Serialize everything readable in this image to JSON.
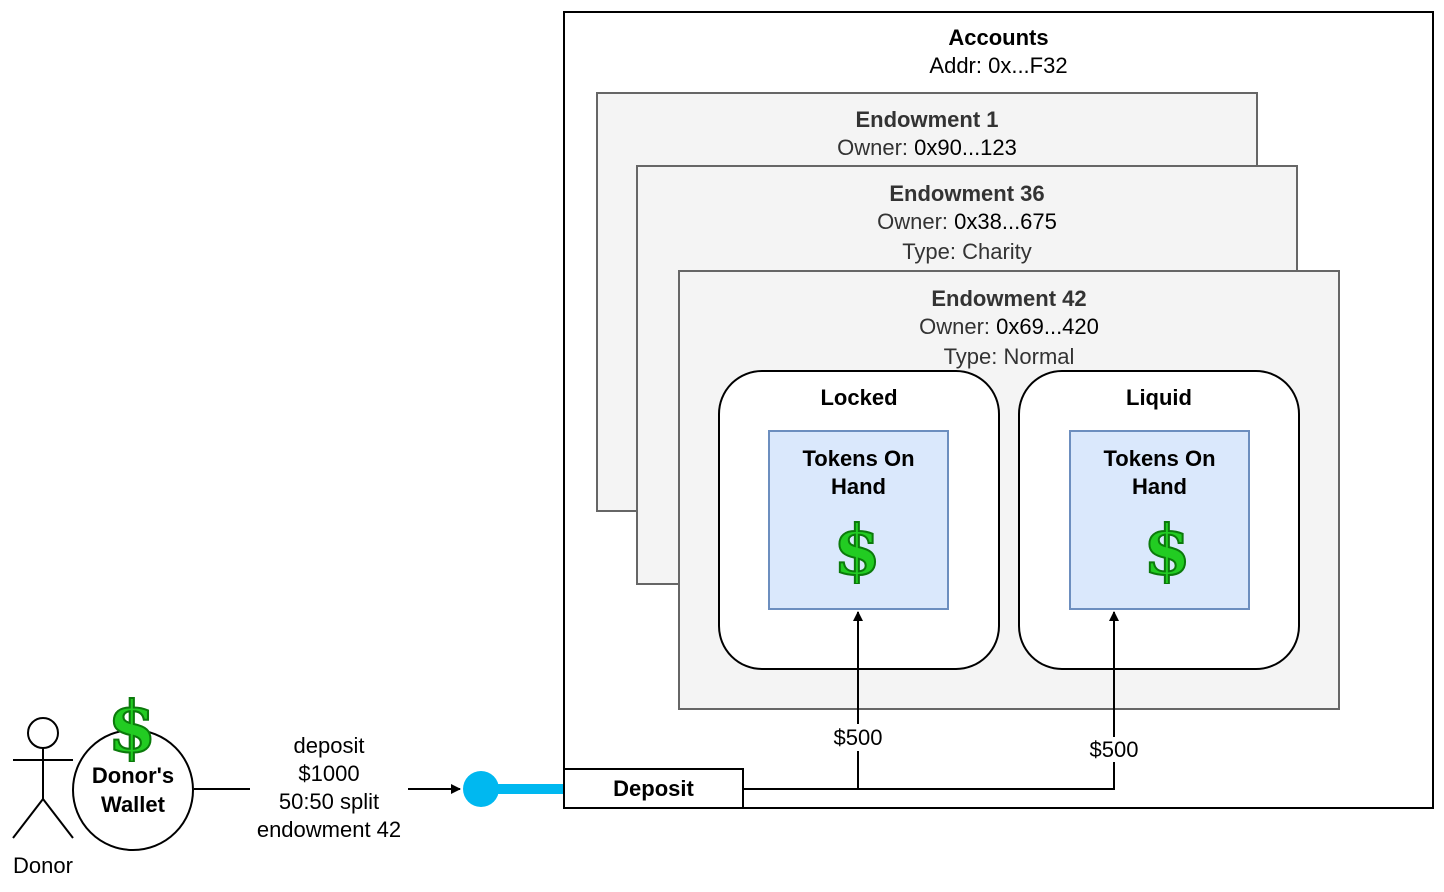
{
  "accounts": {
    "title": "Accounts",
    "addr_label": "Addr: 0x...F32"
  },
  "endowments": [
    {
      "title": "Endowment 1",
      "owner_label": "Owner: ",
      "owner_value": "0x90...123"
    },
    {
      "title": "Endowment 36",
      "owner_label": "Owner: ",
      "owner_value": "0x38...675",
      "type": "Type: Charity"
    },
    {
      "title": "Endowment 42",
      "owner_label": "Owner: ",
      "owner_value": "0x69...420",
      "type": "Type: Normal"
    }
  ],
  "locked": {
    "title": "Locked",
    "tokens": "Tokens On Hand"
  },
  "liquid": {
    "title": "Liquid",
    "tokens": "Tokens On Hand"
  },
  "deposit": {
    "label": "Deposit"
  },
  "flows": {
    "locked_amount": "$500",
    "liquid_amount": "$500"
  },
  "donor": {
    "label": "Donor",
    "wallet": [
      "Donor's",
      "Wallet"
    ]
  },
  "deposit_note": [
    "deposit",
    "$1000",
    "50:50 split",
    "endowment 42"
  ],
  "icons": {
    "money": "dollar-sign-icon",
    "actor": "stick-figure-icon",
    "interface": "lollipop-interface-icon"
  },
  "colors": {
    "endowment_fill": "#f4f4f4",
    "token_fill": "#dae8fc",
    "token_border": "#6c8ebf",
    "dollar": "#22cc22",
    "interface": "#00b8f0"
  }
}
